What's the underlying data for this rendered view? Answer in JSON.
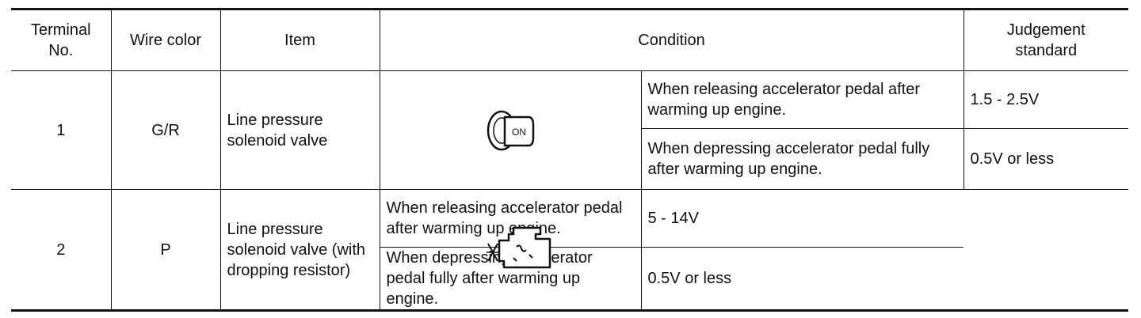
{
  "headers": {
    "terminal": "Terminal No.",
    "wire_color": "Wire color",
    "item": "Item",
    "condition": "Condition",
    "judgement": "Judgement standard"
  },
  "rows": [
    {
      "terminal": "1",
      "wire_color": "G/R",
      "item": "Line pressure solenoid valve",
      "condition_icon": "ignition-key-on-icon",
      "conditions": [
        {
          "text": "When releasing accelerator pedal after warming up engine.",
          "judgement": "1.5 - 2.5V"
        },
        {
          "text": "When depressing accelerator pedal fully after warming up engine.",
          "judgement": "0.5V or less"
        }
      ]
    },
    {
      "terminal": "2",
      "wire_color": "P",
      "item": "Line pressure solenoid valve (with dropping resistor)",
      "condition_icon": "engine-running-icon",
      "conditions": [
        {
          "text": "When releasing accelerator pedal after warming up engine.",
          "judgement": "5 - 14V"
        },
        {
          "text": "When depressing accelerator pedal fully after warming up engine.",
          "judgement": "0.5V or less"
        }
      ]
    }
  ],
  "icon_labels": {
    "ignition_key": "ON"
  }
}
